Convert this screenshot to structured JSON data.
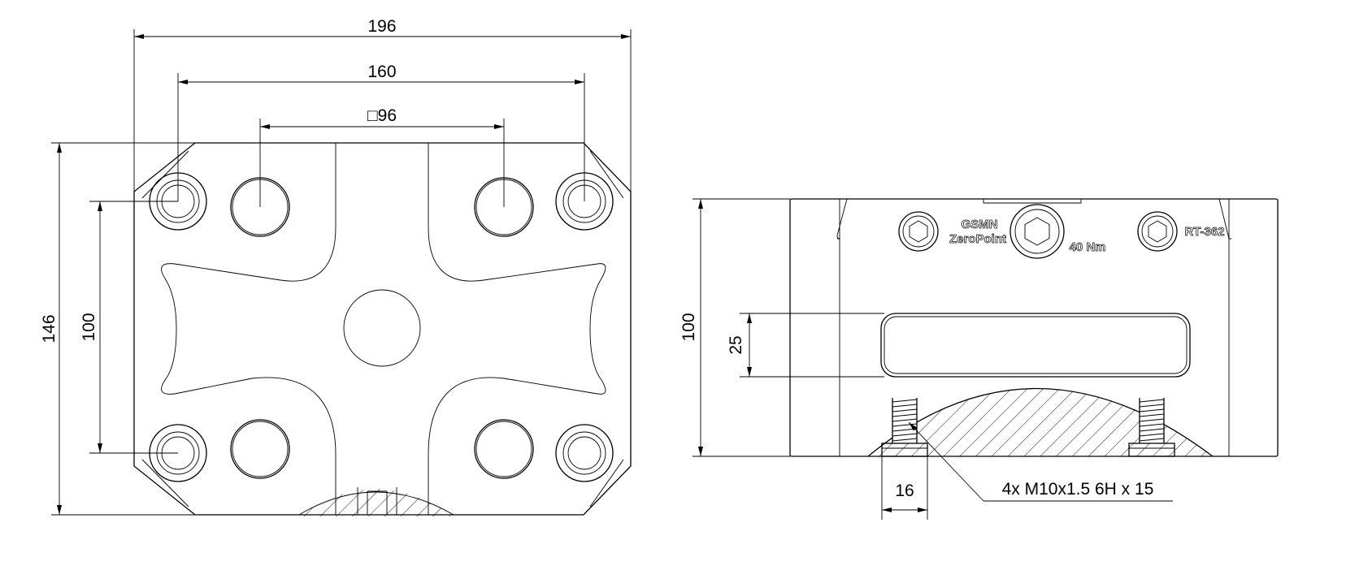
{
  "top_view": {
    "dim_width_overall": "196",
    "dim_hole_spacing_outer": "160",
    "dim_square": "□96",
    "dim_height_overall": "146",
    "dim_hole_spacing_vertical": "100"
  },
  "side_view": {
    "dim_height": "100",
    "dim_slot_height": "25",
    "dim_pocket_width": "16",
    "thread_callout": "4x M10x1.5 6H x 15",
    "engraving_brand_line1": "GSMN",
    "engraving_brand_line2": "ZeroPoint",
    "engraving_torque": "40 Nm",
    "engraving_model": "RT-362"
  }
}
